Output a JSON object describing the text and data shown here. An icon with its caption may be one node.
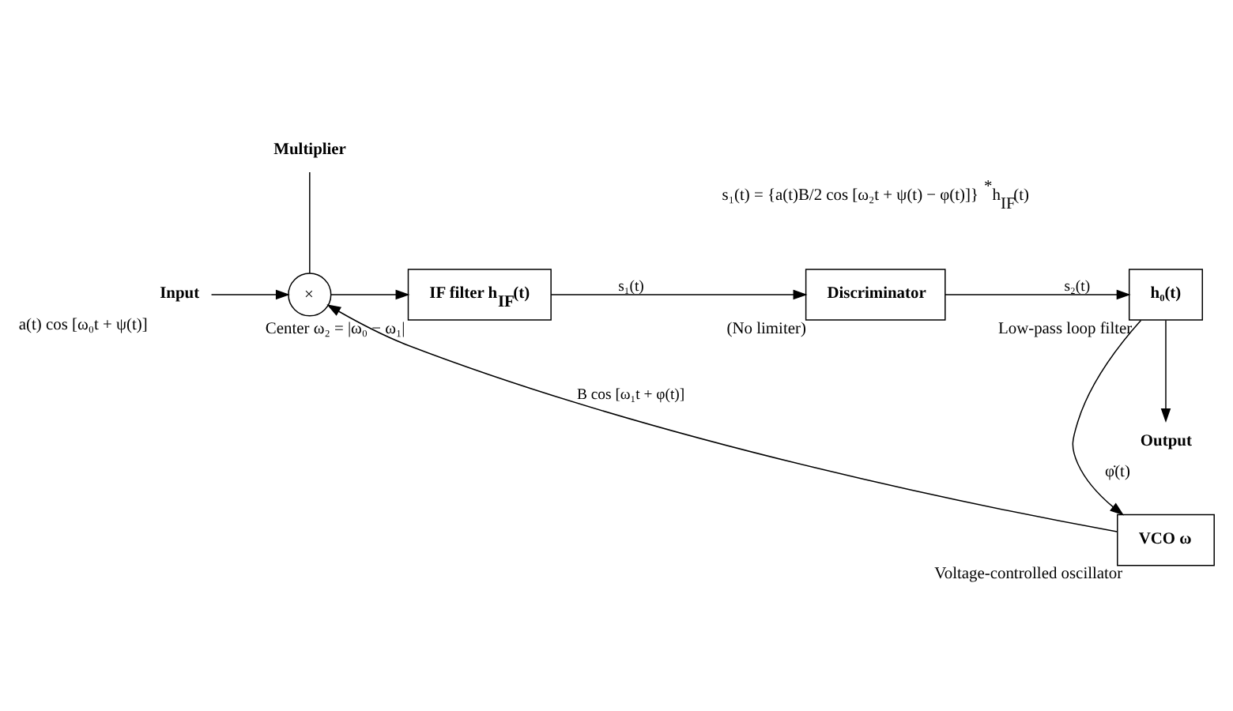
{
  "diagram": {
    "nodes": [
      {
        "text": [
          "Input"
        ],
        "beside": [
          "a(t) cos [ω₀t + ψ(t)]"
        ]
      },
      {
        "text": [
          "Multiplier"
        ]
      },
      {
        "text": [
          "×"
        ]
      },
      {
        "text": [
          "IF filter h$_{IF}$(t)"
        ],
        "beside": [
          "Center ω₂ = |ω₀ − ω₁|"
        ]
      },
      {
        "text": [
          "Discriminator"
        ],
        "beside": [
          "(No limiter)"
        ]
      },
      {
        "text": [
          "h₀(t)"
        ],
        "beside": [
          "Low-pass loop filter"
        ]
      },
      {
        "text": [
          "VCO ω"
        ],
        "beside": [
          "Voltage-controlled oscillator"
        ]
      },
      {
        "text": [
          "Output"
        ],
        "beside": [
          "φ̇(t)"
        ]
      }
    ],
    "edges": [
      {
        "from": 0,
        "to": 2,
        "arrow": "to"
      },
      {
        "from": 1,
        "to": 2,
        "arrow": "none"
      },
      {
        "from": 2,
        "to": 3,
        "arrow": "to"
      },
      {
        "from": 3,
        "to": 4,
        "arrow": "to",
        "label": "s₁(t)"
      },
      {
        "from": 4,
        "to": 5,
        "arrow": "to",
        "label": "s₂(t)"
      },
      {
        "from": 5,
        "to": 7,
        "arrow": "to"
      },
      {
        "from": 5,
        "to": 6,
        "arrow": "to"
      },
      {
        "from": 6,
        "to": 2,
        "arrow": "to",
        "label": "B cos [ω₁t + φ(t)]"
      }
    ],
    "labels": [
      "s₁(t) = {a(t)B/2 cos [ω₂t + ψ(t) − φ(t)]} $^{*}$h$_{IF}$(t)"
    ]
  }
}
